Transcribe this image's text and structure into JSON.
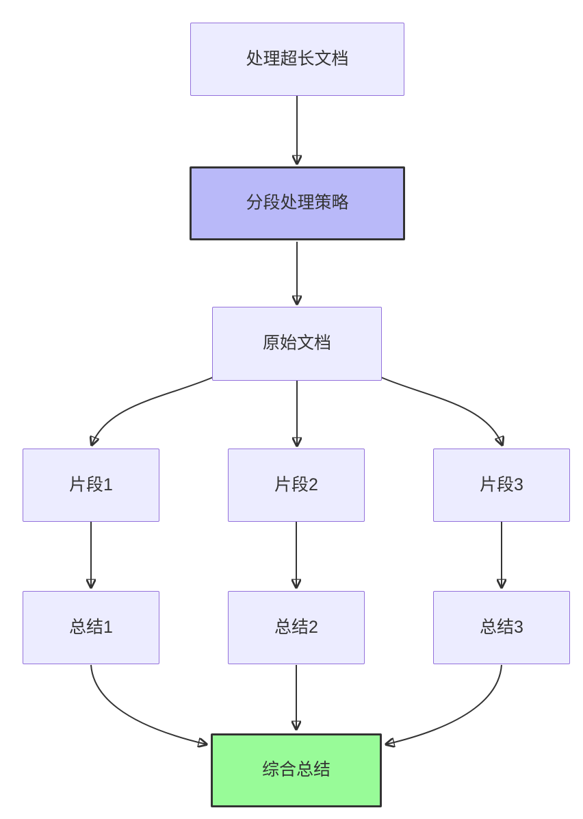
{
  "diagram": {
    "type": "flowchart-top-down",
    "nodes": {
      "process_long_doc": {
        "label": "处理超长文档"
      },
      "segmentation_strategy": {
        "label": "分段处理策略"
      },
      "original_doc": {
        "label": "原始文档"
      },
      "fragment1": {
        "label": "片段1"
      },
      "fragment2": {
        "label": "片段2"
      },
      "fragment3": {
        "label": "片段3"
      },
      "summary1": {
        "label": "总结1"
      },
      "summary2": {
        "label": "总结2"
      },
      "summary3": {
        "label": "总结3"
      },
      "final_summary": {
        "label": "综合总结"
      }
    },
    "edges": [
      {
        "from": "process_long_doc",
        "to": "segmentation_strategy"
      },
      {
        "from": "segmentation_strategy",
        "to": "original_doc"
      },
      {
        "from": "original_doc",
        "to": "fragment1"
      },
      {
        "from": "original_doc",
        "to": "fragment2"
      },
      {
        "from": "original_doc",
        "to": "fragment3"
      },
      {
        "from": "fragment1",
        "to": "summary1"
      },
      {
        "from": "fragment2",
        "to": "summary2"
      },
      {
        "from": "fragment3",
        "to": "summary3"
      },
      {
        "from": "summary1",
        "to": "final_summary"
      },
      {
        "from": "summary2",
        "to": "final_summary"
      },
      {
        "from": "summary3",
        "to": "final_summary"
      }
    ],
    "colors": {
      "background": "#ffffff",
      "node_fill": "#ECECFF",
      "node_border": "#9370DB",
      "highlight_fill": "#b9b9f9",
      "highlight_border": "#333333",
      "final_fill": "#98FB98",
      "final_border": "#333333",
      "edge": "#333333",
      "text": "#333333"
    }
  }
}
